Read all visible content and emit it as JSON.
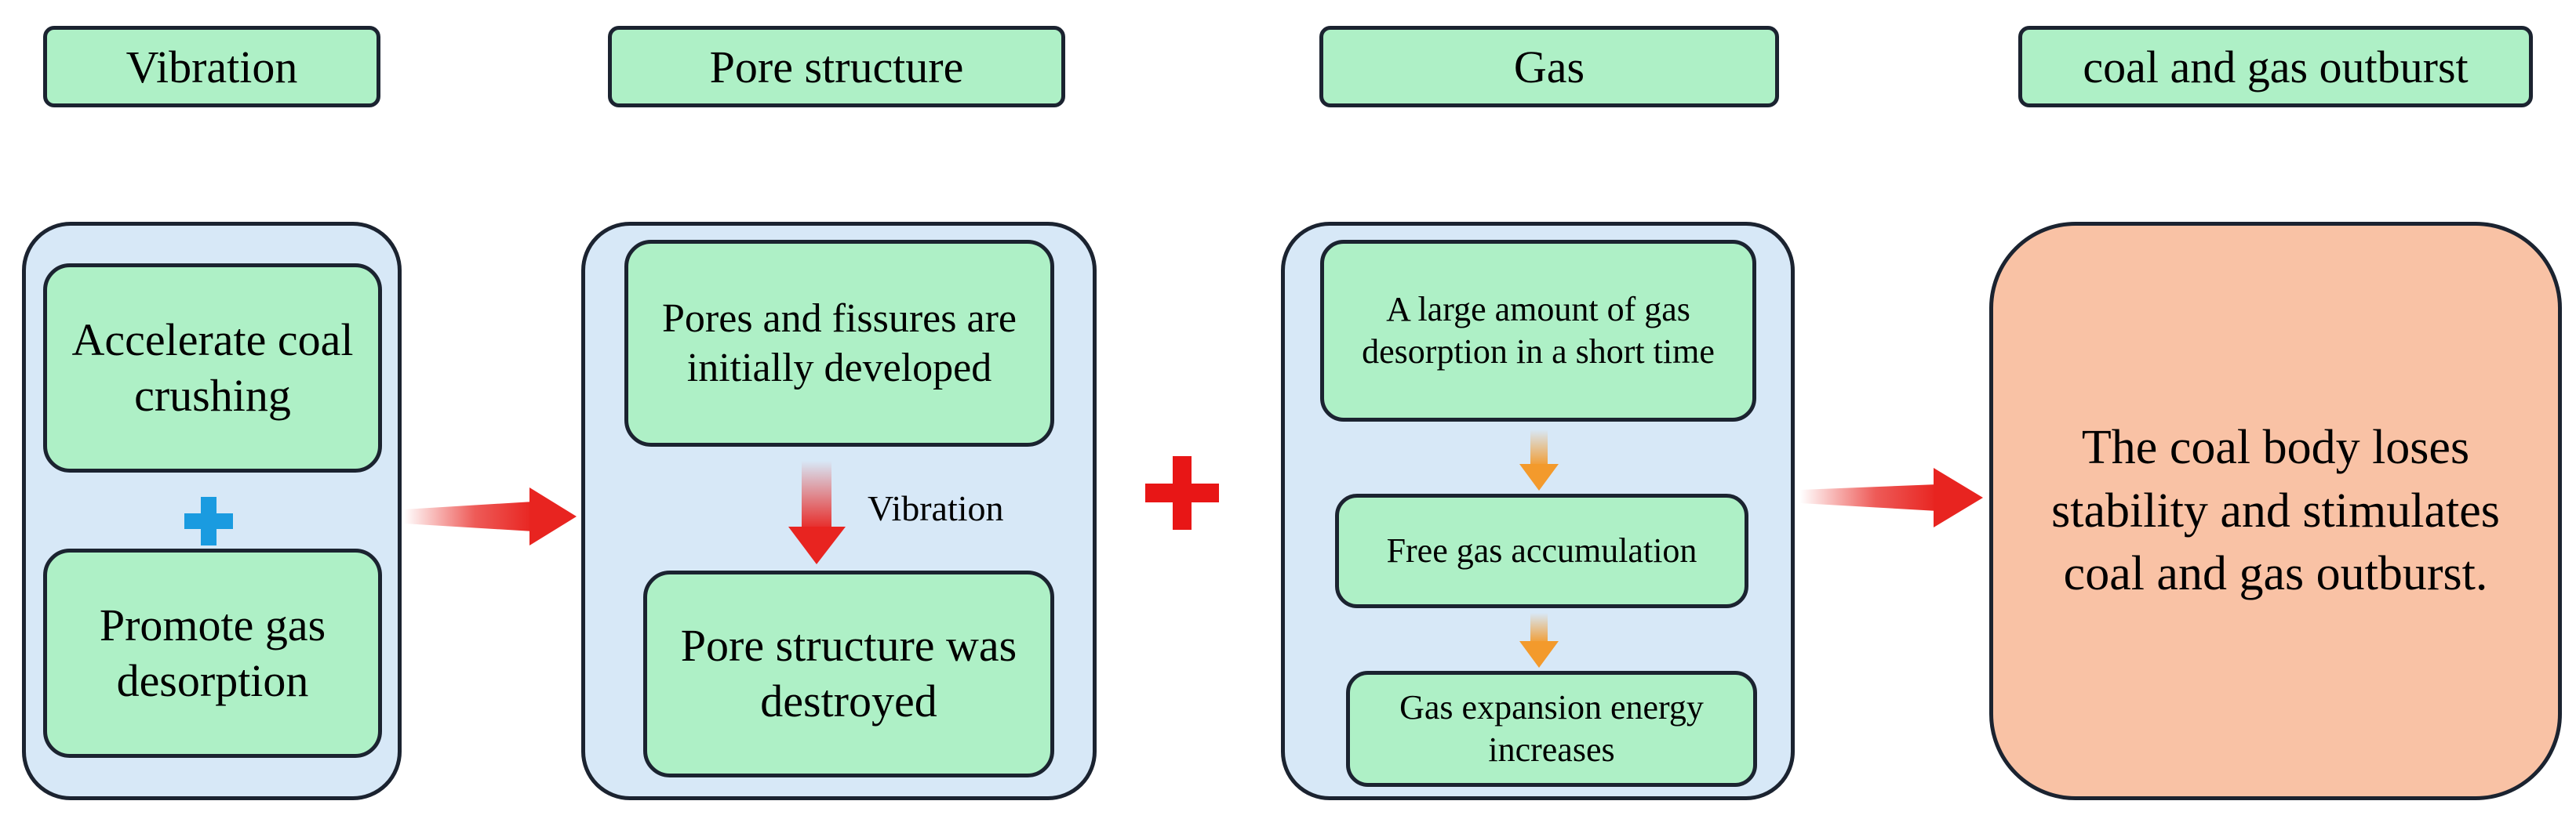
{
  "headers": {
    "vibration": "Vibration",
    "pore_structure": "Pore structure",
    "gas": "Gas",
    "outburst": "coal and gas outburst"
  },
  "vibration_panel": {
    "box1": "Accelerate coal crushing",
    "box2": "Promote gas desorption"
  },
  "pore_panel": {
    "box1": "Pores and fissures are initially developed",
    "arrow_label": "Vibration",
    "box2": "Pore structure was destroyed"
  },
  "gas_panel": {
    "box1": "A large amount of gas desorption in a short time",
    "box2": "Free gas accumulation",
    "box3": "Gas expansion energy increases"
  },
  "outcome": "The coal body loses stability and stimulates coal and gas outburst.",
  "colors": {
    "header_fill": "#aef0c6",
    "panel_fill": "#d7e8f7",
    "outcome_fill": "#f9c2a5",
    "plus_blue": "#1a9be0",
    "plus_red": "#e81616",
    "arrow_red": "#e82420",
    "arrow_orange": "#f39a2c"
  }
}
